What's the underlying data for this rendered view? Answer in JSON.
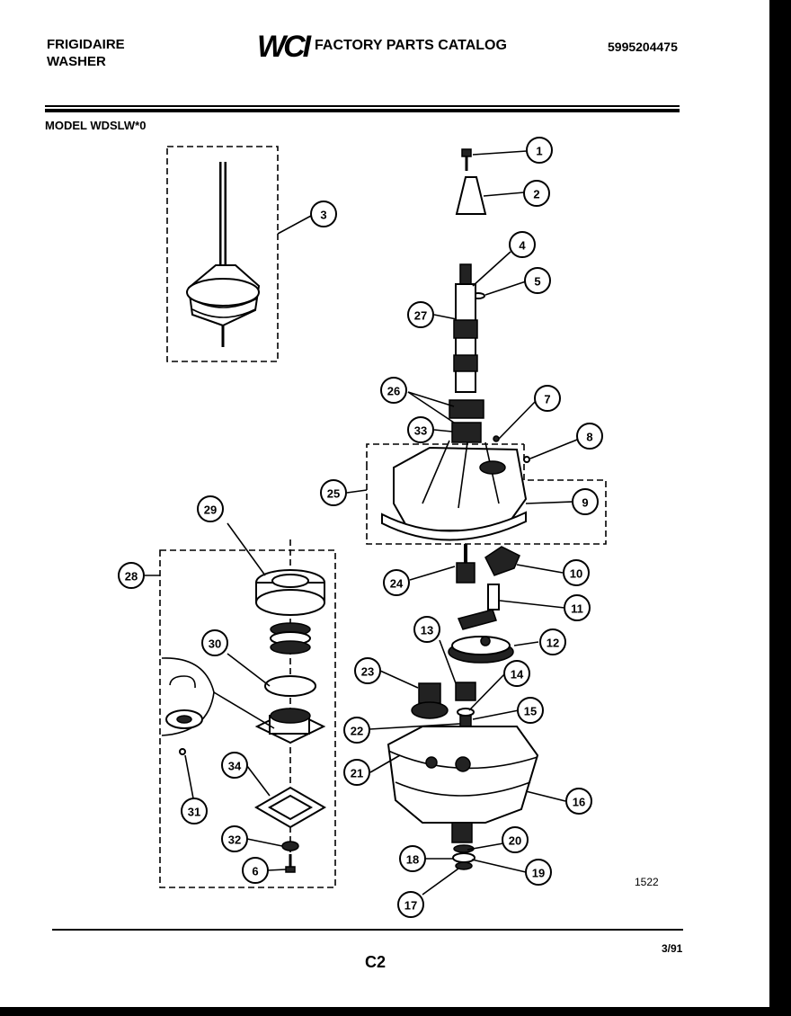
{
  "header": {
    "brand_line1": "FRIGIDAIRE",
    "brand_line2": "WASHER",
    "logo_text": "WCI",
    "catalog_title": "FACTORY PARTS CATALOG",
    "part_number": "5995204475"
  },
  "model_label": "MODEL WDSLW*0",
  "diagram_code": "1522",
  "footer": {
    "page_label": "C2",
    "date": "3/91"
  },
  "callouts": [
    "1",
    "2",
    "3",
    "4",
    "5",
    "27",
    "26",
    "7",
    "33",
    "8",
    "25",
    "9",
    "29",
    "28",
    "24",
    "10",
    "11",
    "13",
    "12",
    "30",
    "23",
    "14",
    "15",
    "22",
    "21",
    "16",
    "31",
    "34",
    "20",
    "32",
    "18",
    "19",
    "6",
    "17"
  ]
}
